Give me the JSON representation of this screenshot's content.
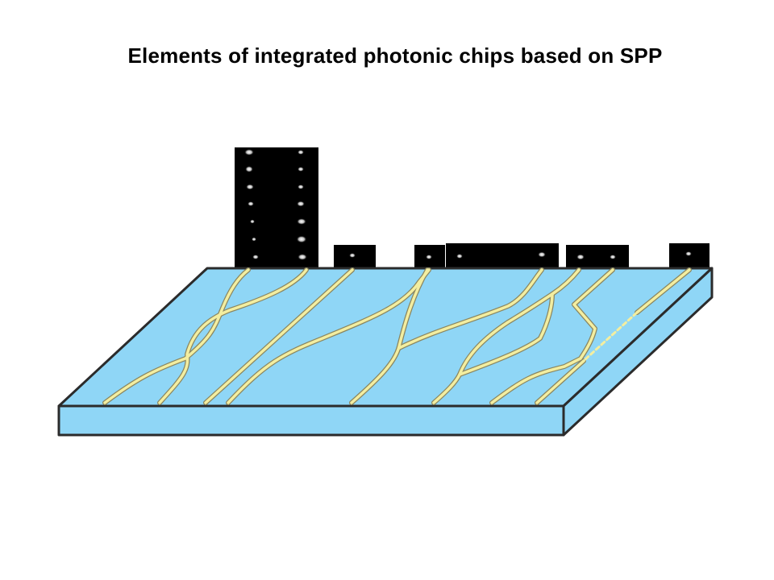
{
  "title": "Elements of integrated photonic chips based on SPP",
  "colors": {
    "substrate_top": "#8fd6f6",
    "substrate_side": "#8fd6f6",
    "outline": "#2b2b2b",
    "waveguide": "#f3eea0",
    "waveguide_edge": "#8a8660",
    "panel_bg": "#000000",
    "spot": "#ffffff"
  },
  "icons": {
    "output_panels": "near-field-intensity-image",
    "waveguides": "plasmonic-waveguide-strip"
  }
}
